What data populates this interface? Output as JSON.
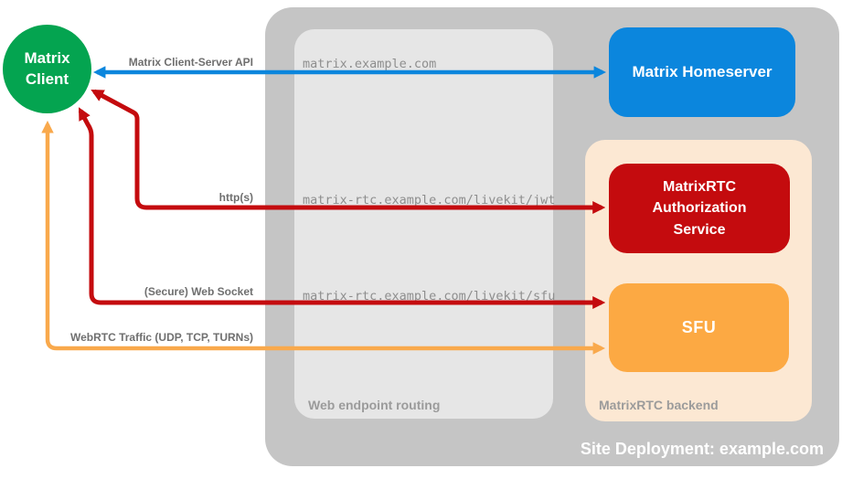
{
  "canvas": {
    "background": "#ffffff"
  },
  "colors": {
    "green": "#04a450",
    "blue": "#0b86dd",
    "red": "#c40b0e",
    "orange_box": "#fca943",
    "orange_arrow": "#f9a94c",
    "peach": "#fce8d3",
    "outer_gray": "#c5c5c5",
    "inner_gray": "#e6e6e6",
    "edge_label_gray": "#6f6f6f",
    "endpoint_gray": "#8e8e8e",
    "section_label_gray": "#9b9b9b"
  },
  "nodes": {
    "client": {
      "label": "Matrix Client"
    },
    "homeserver": {
      "label": "Matrix Homeserver"
    },
    "auth_service": {
      "label": "MatrixRTC Authorization Service"
    },
    "sfu": {
      "label": "SFU"
    }
  },
  "containers": {
    "site": {
      "label": "Site Deployment: example.com"
    },
    "routing": {
      "label": "Web endpoint routing"
    },
    "backend": {
      "label": "MatrixRTC backend"
    }
  },
  "edges": {
    "client_server_api": {
      "label": "Matrix Client-Server API",
      "endpoint": "matrix.example.com"
    },
    "http": {
      "label": "http(s)",
      "endpoint": "matrix-rtc.example.com/livekit/jwt"
    },
    "websocket": {
      "label": "(Secure) Web Socket",
      "endpoint": "matrix-rtc.example.com/livekit/sfu"
    },
    "webrtc": {
      "label": "WebRTC Traffic (UDP, TCP, TURNs)"
    }
  }
}
